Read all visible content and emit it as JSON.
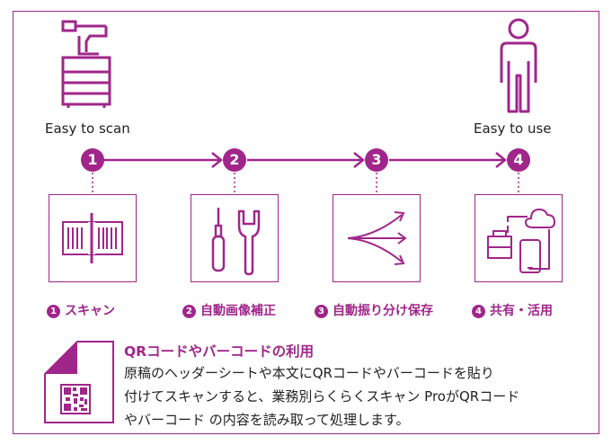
{
  "colors": {
    "accent": "#a0268a",
    "text": "#222222"
  },
  "top_labels": {
    "left": "Easy to scan",
    "right": "Easy to use"
  },
  "icons": {
    "left": "multifunction-printer-icon",
    "right": "person-icon",
    "step1": "barcode-scan-icon",
    "step2": "screwdriver-wrench-icon",
    "step3": "branching-arrows-icon",
    "step4": "devices-cloud-icon",
    "qr": "qr-document-icon"
  },
  "steps": [
    {
      "num": "1",
      "badge": "1",
      "label": "スキャン"
    },
    {
      "num": "2",
      "badge": "2",
      "label": "自動画像補正"
    },
    {
      "num": "3",
      "badge": "3",
      "label": "自動振り分け保存"
    },
    {
      "num": "4",
      "badge": "4",
      "label": "共有・活用"
    }
  ],
  "qr": {
    "title": "QRコードやバーコードの利用",
    "lines": [
      "原稿のヘッダーシートや本文にQRコードやバーコードを貼り",
      "付けてスキャンすると、業務別らくらくスキャン ProがQRコード",
      "やバーコード の内容を読み取って処理します。"
    ]
  }
}
